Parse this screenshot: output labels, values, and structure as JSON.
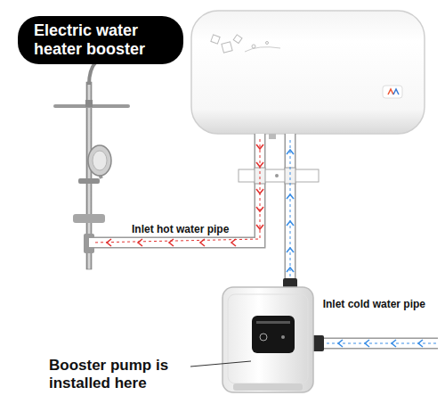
{
  "diagram": {
    "nodes": [
      {
        "text": [
          "Electric water heater booster"
        ]
      }
    ],
    "labels": [
      "Inlet hot water pipe",
      "Inlet cold water pipe",
      "Booster pump is installed here"
    ]
  }
}
